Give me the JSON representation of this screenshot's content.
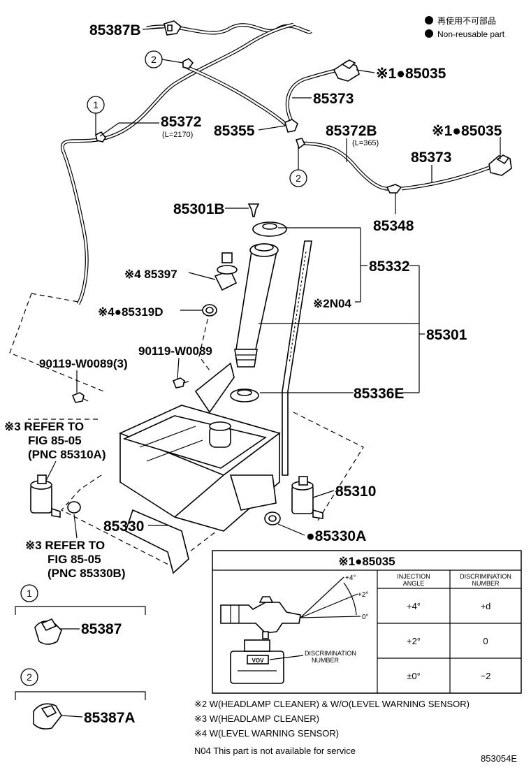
{
  "legend": {
    "dot_jp": "再使用不可部品",
    "dot_en": "Non-reusable part"
  },
  "labels": {
    "p85387B": "85387B",
    "p85035a": "※1●85035",
    "p85373a": "85373",
    "p85372": "85372",
    "l2170": "(L=2170)",
    "p85355": "85355",
    "p85372B": "85372B",
    "l365": "(L=365)",
    "p85035b": "※1●85035",
    "p85373b": "85373",
    "p85348": "85348",
    "p85301B": "85301B",
    "p85332": "85332",
    "p85397": "※4 85397",
    "pN04": "※2N04",
    "p85319D": "※4●85319D",
    "p85301": "85301",
    "p90119a": "90119-W0089",
    "p90119b": "90119-W0089(3)",
    "p85336E": "85336E",
    "ref1a": "※3 REFER TO",
    "ref1b": "FIG 85-05",
    "ref1c": "(PNC 85310A)",
    "p85310": "85310",
    "p85330": "85330",
    "p85330A": "●85330A",
    "ref2a": "※3 REFER TO",
    "ref2b": "FIG 85-05",
    "ref2c": "(PNC 85330B)",
    "p85387": "85387",
    "p85387A": "85387A",
    "c1": "1",
    "c2": "2"
  },
  "detail_box": {
    "title": "※1●85035",
    "col1": [
      "INJECTION",
      "ANGLE"
    ],
    "col2": [
      "DISCRIMINATION",
      "NUMBER"
    ],
    "rows": [
      {
        "angle": "+4°",
        "number": "+d"
      },
      {
        "angle": "+2°",
        "number": "0"
      },
      {
        "angle": "±0°",
        "number": "−2"
      }
    ],
    "angle_labels": [
      "+4°",
      "+2°",
      "0°"
    ],
    "disc_label": [
      "DISCRIMINATION",
      "NUMBER"
    ]
  },
  "notes": [
    "※2 W(HEADLAMP CLEANER) & W/O(LEVEL WARNING SENSOR)",
    "※3 W(HEADLAMP CLEANER)",
    "※4 W(LEVEL WARNING SENSOR)",
    "N04  This part is not available for service"
  ],
  "figure_id": "853054E"
}
